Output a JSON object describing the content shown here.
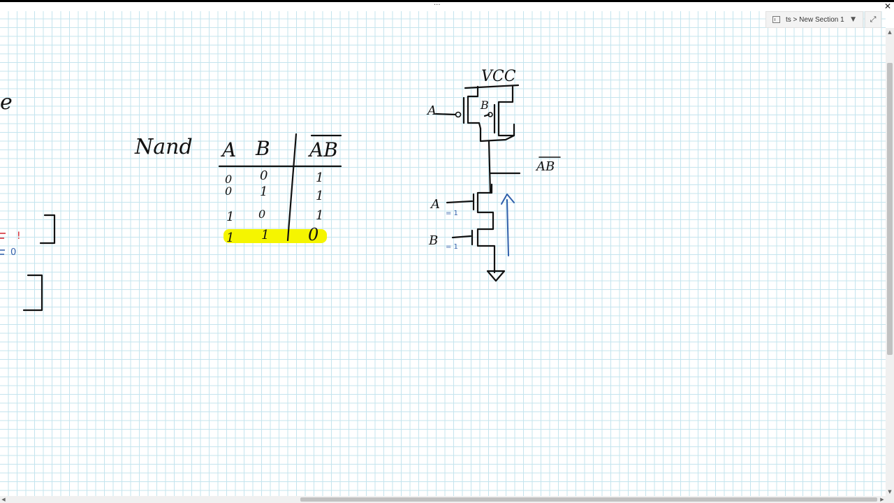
{
  "breadcrumb": {
    "text": "ts > New Section 1",
    "page_icon": "page-icon",
    "dropdown_icon": "chevron-down-icon"
  },
  "toolbar": {
    "expand_icon": "expand-icon",
    "close_icon": "close-icon",
    "grip_icon": "drag-grip-icon"
  },
  "notes": {
    "title": "Nand",
    "cut_off_letter": "e",
    "truth_table": {
      "headers": [
        "A",
        "B",
        "AB"
      ],
      "rows": [
        [
          "0",
          "0",
          "1"
        ],
        [
          "0",
          "1",
          "1"
        ],
        [
          "1",
          "0",
          "1"
        ],
        [
          "1",
          "1",
          "0"
        ]
      ],
      "highlight_color": "#f5f500"
    },
    "circuit": {
      "supply_label": "VCC",
      "input_a_top": "A",
      "input_b_top": "B",
      "output_label": "AB",
      "input_a_bottom": "A",
      "input_b_bottom": "B",
      "annotation_a": "= 1",
      "annotation_b": "= 1",
      "ink_blue": "#2f5faa"
    },
    "left_fragments": {
      "red_char": "!",
      "blue_char": "0",
      "red_color": "#d0202a",
      "blue_color": "#2f5faa"
    }
  }
}
